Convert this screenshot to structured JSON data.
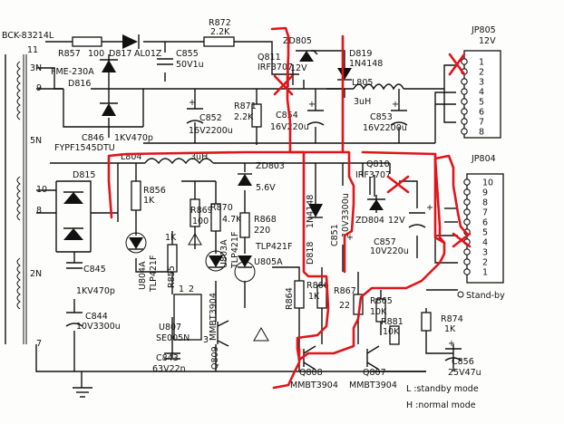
{
  "transformer": {
    "part": "BCK-83214L",
    "pins": [
      "11",
      "3N",
      "9",
      "5N",
      "10",
      "8",
      "2N",
      "7"
    ]
  },
  "power_labels": {
    "fme": "FME-230A",
    "fypf": "FYPF1545DTU"
  },
  "parts": {
    "R857": "R857",
    "R857v": "100",
    "D817": "D817",
    "D817v": "AL01Z",
    "R872": "R872",
    "R872v": "2.2K",
    "C855": "C855",
    "C855v": "50V1u",
    "D816": "D816",
    "C846": "C846",
    "C846v": "1KV470p",
    "C852": "C852",
    "C852v": "16V2200u",
    "R871": "R871",
    "R871v": "2.2K",
    "Q811": "Q811",
    "Q811v": "IRF3707",
    "ZD805": "ZD805",
    "ZD805v": "12V",
    "D819": "D819",
    "D819v": "1N4148",
    "L805": "L805",
    "L805v": "3uH",
    "C854": "C854",
    "C854v": "16V220u",
    "C853": "C853",
    "C853v": "16V2200u",
    "D815": "D815",
    "L804": "L804",
    "L804v": "3uH",
    "ZD803": "ZD803",
    "ZD803v": "5.6V",
    "R856": "R856",
    "R856v": "1K",
    "R869": "R869",
    "R869v": "100",
    "R870": "R870",
    "R870v": "4.7K",
    "R868": "R868",
    "R868v": "220",
    "U803A": "U803A",
    "U803Av": "TLP421F",
    "U805A": "U805A",
    "U805Av": "TLP421F",
    "U804A": "U804A",
    "U804Av": "TLP421F",
    "R855": "R855",
    "R855v": "1K",
    "D818": "D818",
    "D818v": "1N4148",
    "C851": "C851",
    "C851v": "10V3300u",
    "Q810": "Q810",
    "Q810v": "IRF3707",
    "ZD804": "ZD804",
    "ZD804v": "12V",
    "C857": "C857",
    "C857v": "10V220u",
    "C845": "C845",
    "C845v": "1KV470p",
    "C844": "C844",
    "C844v": "10V3300u",
    "U807": "U807",
    "U807v": "SE005N",
    "C843": "C843",
    "C843v": "63V22n",
    "Q809": "Q809",
    "Q809v": "MMBT3904",
    "R864": "R864",
    "R866": "R866",
    "R866v": "1K",
    "R867": "R867",
    "R867v": "22",
    "R865": "R865",
    "R865v": "10K",
    "R881": "R881",
    "R881v": "10K",
    "R874": "R874",
    "R874v": "1K",
    "C856": "C856",
    "C856v": "25V47u",
    "Q808": "Q808",
    "Q808v": "MMBT3904",
    "Q807": "Q807",
    "Q807v": "MMBT3904",
    "U807pin1": "1",
    "U807pin2": "2",
    "U807pin3": "3"
  },
  "jp805": {
    "title": "JP805",
    "voltage": "12V",
    "pins": [
      "1",
      "2",
      "3",
      "4",
      "5",
      "6",
      "7",
      "8"
    ]
  },
  "jp804": {
    "title": "JP804",
    "pins": [
      "10",
      "9",
      "8",
      "7",
      "6",
      "5",
      "4",
      "3",
      "2",
      "1"
    ],
    "standby": "Stand-by"
  },
  "legend": {
    "low": "L :standby mode",
    "high": "H :normal mode"
  },
  "annotation_color": "#e0141a"
}
